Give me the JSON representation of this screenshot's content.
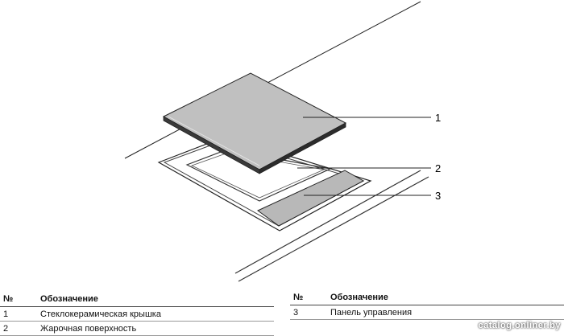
{
  "callouts": [
    {
      "number": "1"
    },
    {
      "number": "2"
    },
    {
      "number": "3"
    }
  ],
  "left_table": {
    "col_num": "№",
    "col_name": "Обозначение",
    "rows": [
      {
        "num": "1",
        "name": "Стеклокерамическая крышка"
      },
      {
        "num": "2",
        "name": "Жарочная поверхность"
      }
    ]
  },
  "right_table": {
    "col_num": "№",
    "col_name": "Обозначение",
    "rows": [
      {
        "num": "3",
        "name": "Панель управления"
      }
    ]
  },
  "watermark": "catalog.onliner.by",
  "colors": {
    "lid_top": "#c0c0c0",
    "lid_edge": "#3a3a3a",
    "panel": "#b8b8b8",
    "outline": "#222222"
  }
}
